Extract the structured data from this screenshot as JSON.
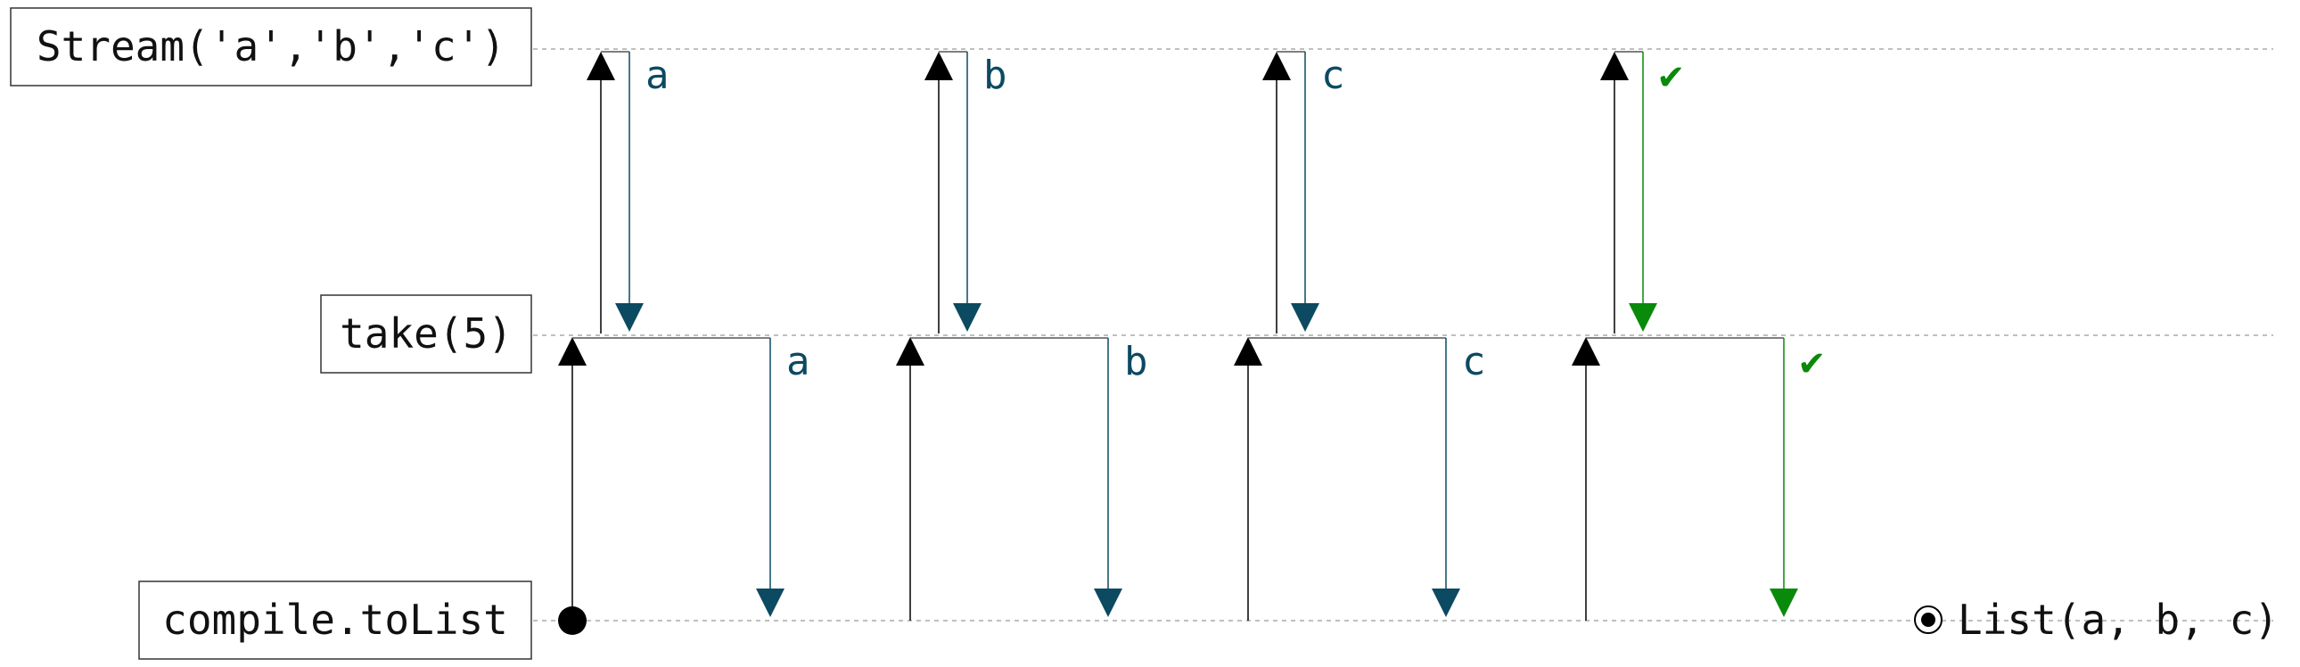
{
  "stages": [
    {
      "label": "Stream('a','b','c')"
    },
    {
      "label": "take(5)"
    },
    {
      "label": "compile.toList"
    }
  ],
  "upstream_emissions": [
    "a",
    "b",
    "c",
    "✔"
  ],
  "downstream_emissions": [
    "a",
    "b",
    "c",
    "✔"
  ],
  "result_label": "List(a, b, c)",
  "colors": {
    "element": "#0b4a61",
    "complete": "#0a8a0a",
    "pull": "#000000",
    "lane": "#aaaaaa",
    "box_border": "#333333"
  }
}
